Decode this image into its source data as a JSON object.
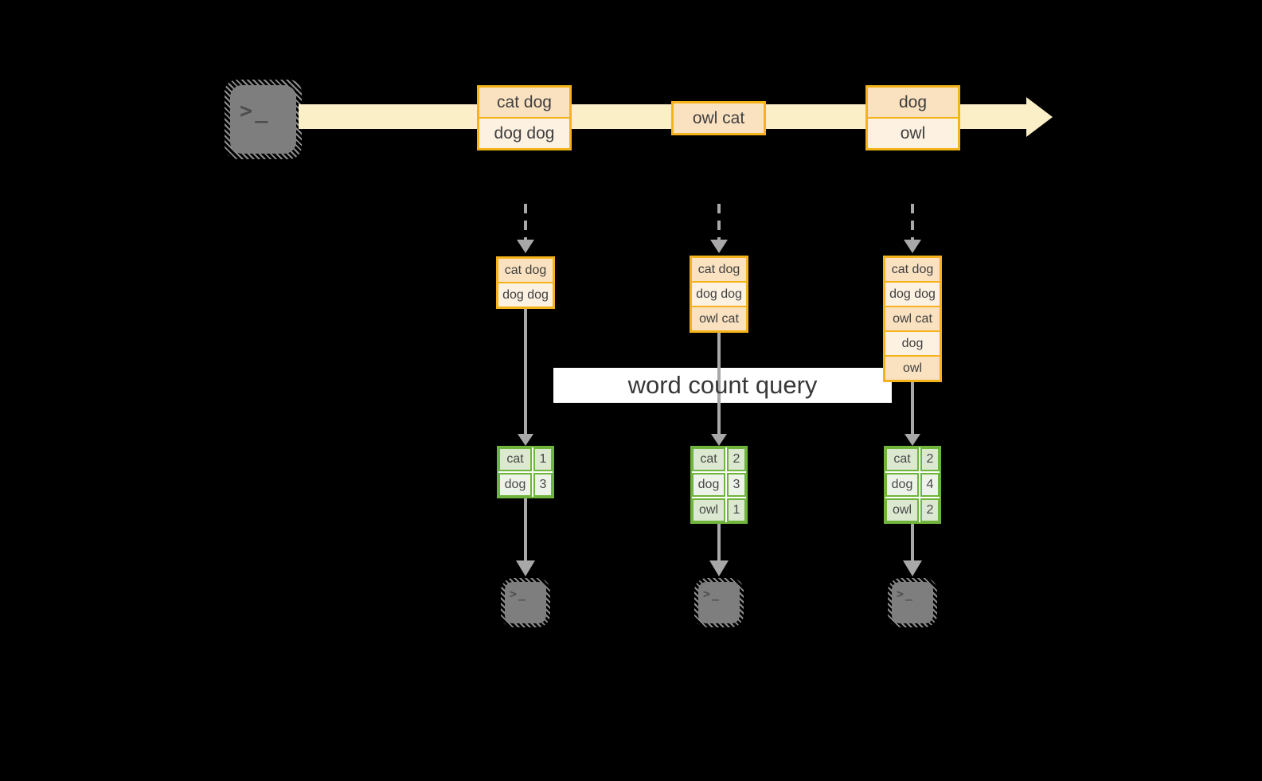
{
  "query_label": "word count query",
  "icons": {
    "terminal_glyph": ">_"
  },
  "stream": {
    "boxes": [
      {
        "cells": [
          "cat dog",
          "dog dog"
        ]
      },
      {
        "cells": [
          "owl cat"
        ]
      },
      {
        "cells": [
          "dog",
          "owl"
        ]
      }
    ]
  },
  "columns": [
    {
      "batch": [
        "cat dog",
        "dog dog"
      ],
      "counts": [
        {
          "word": "cat",
          "count": "1"
        },
        {
          "word": "dog",
          "count": "3"
        }
      ]
    },
    {
      "batch": [
        "cat dog",
        "dog dog",
        "owl cat"
      ],
      "counts": [
        {
          "word": "cat",
          "count": "2"
        },
        {
          "word": "dog",
          "count": "3"
        },
        {
          "word": "owl",
          "count": "1"
        }
      ]
    },
    {
      "batch": [
        "cat dog",
        "dog dog",
        "owl cat",
        "dog",
        "owl"
      ],
      "counts": [
        {
          "word": "cat",
          "count": "2"
        },
        {
          "word": "dog",
          "count": "4"
        },
        {
          "word": "owl",
          "count": "2"
        }
      ]
    }
  ],
  "colors": {
    "background": "#000000",
    "stream_band": "#FBEFC7",
    "record_border": "#F5B31B",
    "record_fill_dark": "#FAE2C1",
    "record_fill_light": "#FDF2E1",
    "table_border": "#6FB43C",
    "table_fill_dark": "#DCE8D0",
    "table_fill_light": "#EEF3E9",
    "arrow_gray": "#A8A8A8",
    "terminal_gray": "#7E7E7E"
  }
}
